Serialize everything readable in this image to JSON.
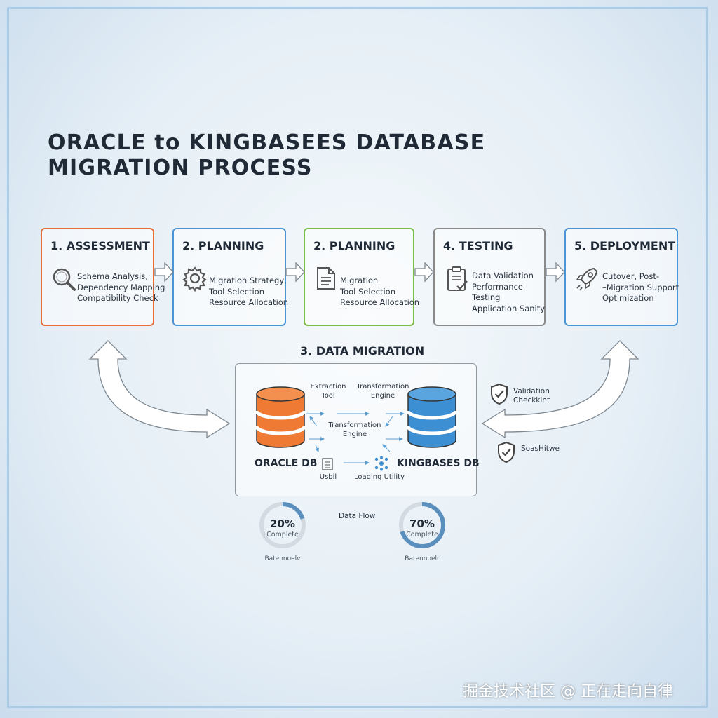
{
  "title": {
    "line1": "ORACLE to KINGBASEES DATABASE",
    "line2": "MIGRATION PROCESS"
  },
  "steps": [
    {
      "title": "1. ASSESSMENT",
      "color": "#ea6f35",
      "icon": "magnifier-icon",
      "lines": [
        "Schema Analysis,",
        "Dependency Mapping",
        "Compatibility Check"
      ]
    },
    {
      "title": "2. PLANNING",
      "color": "#4b95d6",
      "icon": "gear-icon",
      "lines": [
        "Migration Strategy,",
        "Tool Selection",
        "Resource Allocation"
      ]
    },
    {
      "title": "2. PLANNING",
      "color": "#7cbd45",
      "icon": "document-icon",
      "lines": [
        "Migration",
        "Tool Selection",
        "Resource Allocation"
      ]
    },
    {
      "title": "4. TESTING",
      "color": "#8a8a8a",
      "icon": "clipboard-check-icon",
      "lines": [
        "Data Validation",
        "Performance",
        "Testing",
        "Application Sanity"
      ]
    },
    {
      "title": "5. DEPLOYMENT",
      "color": "#4b95d6",
      "icon": "rocket-icon",
      "lines": [
        "Cutover, Post-",
        "–Migration Support",
        "Optimization"
      ]
    }
  ],
  "data_migration": {
    "title": "3. DATA MIGRATION",
    "source_db": "ORACLE DB",
    "target_db": "KINGBASES DB",
    "source_color": "#ee7a33",
    "target_color": "#3d8fd4",
    "labels": {
      "extraction_tool": [
        "Extraction",
        "Tool"
      ],
      "transformation_engine_top": [
        "Transformation",
        "Engine"
      ],
      "transformation_engine_mid": [
        "Transformation",
        "Engine"
      ],
      "usbil": "Usbil",
      "loading_utility": "Loading Utility"
    }
  },
  "side": {
    "validation": [
      "Validation",
      "Checkkint"
    ],
    "soashitwe": "SoasHitwe"
  },
  "progress": {
    "data_flow": "Data Flow",
    "left": {
      "percent": "20%",
      "value": 20,
      "sub": "Complete",
      "caption": "Batennoelv"
    },
    "right": {
      "percent": "70%",
      "value": 70,
      "sub": "Complete",
      "caption": "Batennoelr"
    }
  },
  "watermark": "掘金技术社区 @ 正在走向自律"
}
